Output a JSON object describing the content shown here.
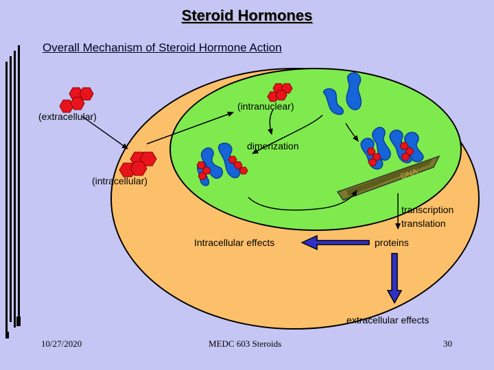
{
  "slide": {
    "title": "Steroid Hormones",
    "subtitle": "Overall Mechanism of Steroid Hormone Action"
  },
  "labels": {
    "extracellular": "(extracellular)",
    "intranuclear": "(intranuclear)",
    "intracellular": "(intracellular)",
    "dimerization": "dimerization",
    "dna": "DNA",
    "transcription": "transcription",
    "translation": "translation",
    "intracellular_effects": "Intracellular effects",
    "proteins": "proteins",
    "extracellular_effects": "extracellular effects"
  },
  "footer": {
    "date": "10/27/2020",
    "course": "MEDC 603 Steroids",
    "page": "30"
  },
  "colors": {
    "background": "#c6c6f4",
    "cell": "#fdc06a",
    "nucleus": "#7fea4e",
    "receptor": "#1565d8",
    "hormone": "#e8141c",
    "dna": "#7a7a2a",
    "arrow_fill": "#3030c8"
  }
}
